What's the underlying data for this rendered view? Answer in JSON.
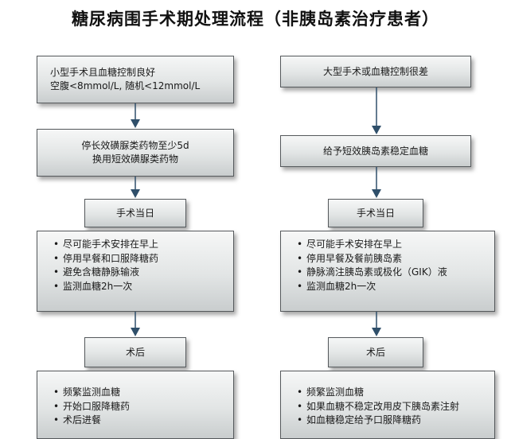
{
  "title": "糖尿病围手术期处理流程（非胰岛素治疗患者）",
  "left": {
    "box1": {
      "line1": "小型手术且血糖控制良好",
      "line2": "空腹<8mmol/L, 随机<12mmol/L"
    },
    "box2": {
      "line1": "停长效磺脲类药物至少5d",
      "line2": "换用短效磺脲类药物"
    },
    "surgery_day": "手术当日",
    "surgery_day_items": [
      "尽可能手术安排在早上",
      "停用早餐和口服降糖药",
      "避免含糖静脉输液",
      "监测血糖2h一次"
    ],
    "postop": "术后",
    "postop_items": [
      "频繁监测血糖",
      "开始口服降糖药",
      "术后进餐"
    ]
  },
  "right": {
    "box1": {
      "line1": "大型手术或血糖控制很差"
    },
    "box2": {
      "line1": "给予短效胰岛素稳定血糖"
    },
    "surgery_day": "手术当日",
    "surgery_day_items": [
      "尽可能手术安排在早上",
      "停用早餐及餐前胰岛素",
      "静脉滴注胰岛素或极化（GIK）液",
      "监测血糖2h一次"
    ],
    "postop": "术后",
    "postop_items": [
      "频繁监测血糖",
      "如果血糖不稳定改用皮下胰岛素注射",
      "如血糖稳定给予口服降糖药"
    ]
  },
  "colors": {
    "arrow": "#2f4f6a",
    "border": "#55595c"
  }
}
